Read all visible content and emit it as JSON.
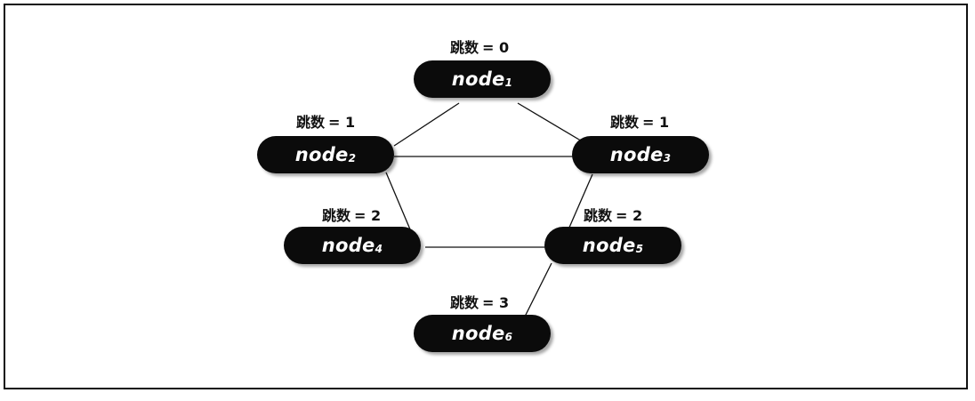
{
  "hop_label": "跳数",
  "nodes": [
    {
      "name": "node",
      "sub": "1",
      "hop": "= 0"
    },
    {
      "name": "node",
      "sub": "2",
      "hop": "= 1"
    },
    {
      "name": "node",
      "sub": "3",
      "hop": "= 1"
    },
    {
      "name": "node",
      "sub": "4",
      "hop": "= 2"
    },
    {
      "name": "node",
      "sub": "5",
      "hop": "= 2"
    },
    {
      "name": "node",
      "sub": "6",
      "hop": "= 3"
    }
  ],
  "colors": {
    "node_fill": "#0b0b0b",
    "node_text": "#ffffff",
    "edge": "#111111"
  }
}
